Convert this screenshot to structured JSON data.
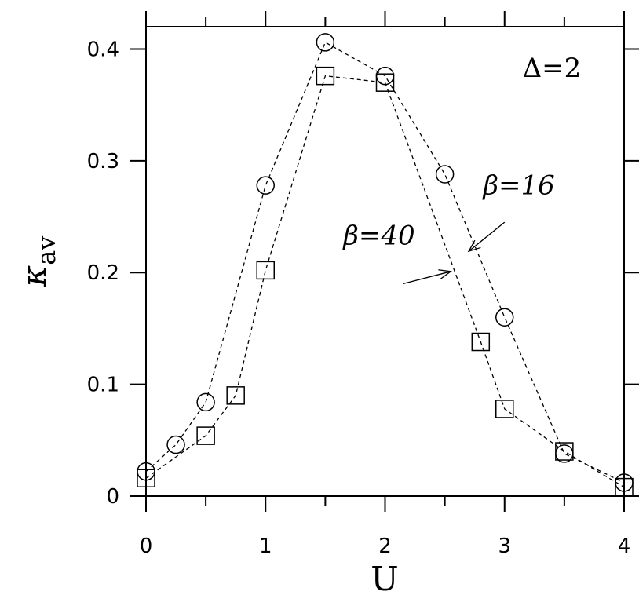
{
  "chart_data": {
    "type": "scatter",
    "title": "",
    "xlabel": "U",
    "ylabel": {
      "main": "κ",
      "sub": "av"
    },
    "xlim": [
      0,
      4
    ],
    "ylim": [
      0,
      0.42
    ],
    "xticks": [
      {
        "value": 0,
        "label": "0"
      },
      {
        "value": 1,
        "label": "1"
      },
      {
        "value": 2,
        "label": "2"
      },
      {
        "value": 3,
        "label": "3"
      },
      {
        "value": 4,
        "label": "4"
      }
    ],
    "yticks": [
      {
        "value": 0,
        "label": "0"
      },
      {
        "value": 0.1,
        "label": "0.1"
      },
      {
        "value": 0.2,
        "label": "0.2"
      },
      {
        "value": 0.3,
        "label": "0.3"
      },
      {
        "value": 0.4,
        "label": "0.4"
      }
    ],
    "grid": false,
    "series": [
      {
        "name": "β=16",
        "marker": "circle",
        "line": "dashed",
        "x": [
          0,
          0.25,
          0.5,
          1.0,
          1.5,
          2.0,
          2.5,
          3.0,
          3.5,
          4.0
        ],
        "y": [
          0.022,
          0.046,
          0.084,
          0.278,
          0.406,
          0.376,
          0.288,
          0.16,
          0.038,
          0.012
        ]
      },
      {
        "name": "β=40",
        "marker": "square",
        "line": "dashed",
        "x": [
          0,
          0.5,
          0.75,
          1.0,
          1.5,
          2.0,
          2.8,
          3.0,
          3.5,
          4.0
        ],
        "y": [
          0.016,
          0.054,
          0.09,
          0.202,
          0.376,
          0.37,
          0.138,
          0.078,
          0.04,
          0.008
        ]
      }
    ],
    "annotations": [
      {
        "id": "delta",
        "text": "Δ=2",
        "x": 3.15,
        "y": 0.375
      },
      {
        "id": "beta16",
        "text": "β=16",
        "x": 2.82,
        "y": 0.27,
        "arrow_from": [
          3.0,
          0.245
        ],
        "arrow_to": [
          2.7,
          0.219
        ]
      },
      {
        "id": "beta40",
        "text": "β=40",
        "x": 1.65,
        "y": 0.225,
        "arrow_from": [
          2.15,
          0.19
        ],
        "arrow_to": [
          2.55,
          0.201
        ]
      }
    ]
  }
}
